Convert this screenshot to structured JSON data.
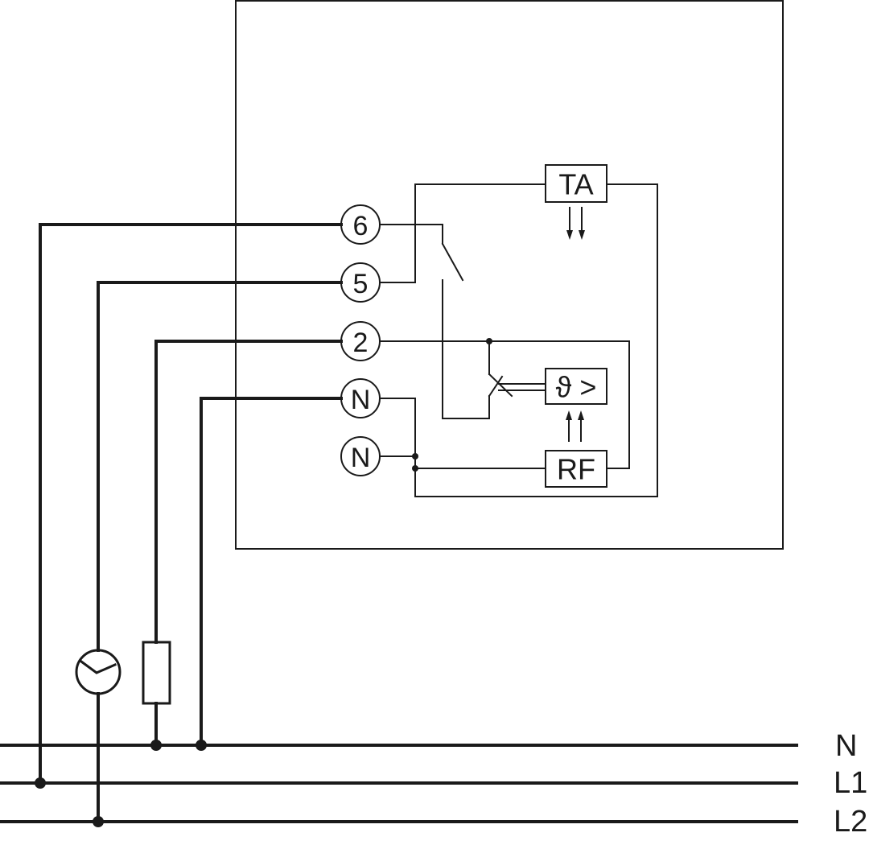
{
  "diagram": {
    "terminals": {
      "t6": "6",
      "t5": "5",
      "t2": "2",
      "tN1": "N",
      "tN2": "N"
    },
    "components": {
      "timer_box": "TA",
      "sensor_box": "ϑ >",
      "remote_box": "RF"
    },
    "supply_lines": {
      "neutral": "N",
      "phase1": "L1",
      "phase2": "L2"
    },
    "colors": {
      "line": "#1a1a1a",
      "background": "#ffffff"
    }
  }
}
